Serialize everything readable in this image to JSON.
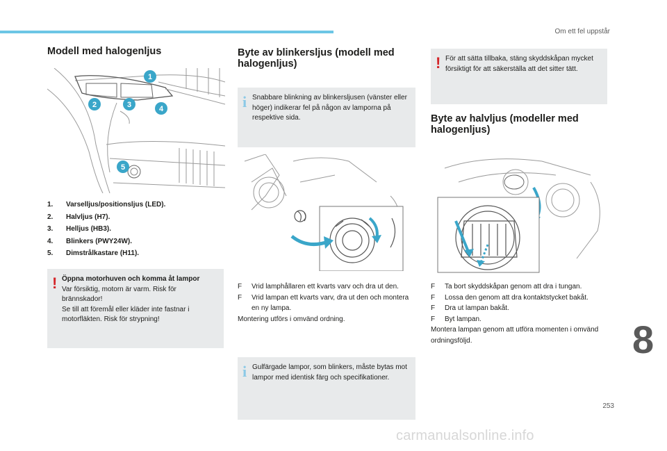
{
  "header": {
    "chapter_title": "Om ett fel uppstår"
  },
  "section1": {
    "title": "Modell med halogenljus",
    "callouts": [
      "1",
      "2",
      "3",
      "4",
      "5"
    ],
    "legend": [
      {
        "num": "1.",
        "text": "Varselljus/positionsljus (LED)."
      },
      {
        "num": "2.",
        "text": "Halvljus (H7)."
      },
      {
        "num": "3.",
        "text": "Helljus (HB3)."
      },
      {
        "num": "4.",
        "text": "Blinkers (PWY24W)."
      },
      {
        "num": "5.",
        "text": "Dimstrålkastare (H11)."
      }
    ],
    "warning": {
      "title": "Öppna motorhuven och komma åt lampor",
      "lines": [
        "Var försiktig, motorn är varm. Risk för brännskador!",
        "Se till att föremål eller kläder inte fastnar i motorfläkten. Risk för strypning!"
      ]
    }
  },
  "section2": {
    "title": "Byte av blinkersljus (modell med halogenljus)",
    "info": "Snabbare blinkning av blinkersljusen (vänster eller höger) indikerar fel på någon av lamporna på respektive sida.",
    "steps": [
      "Vrid lamphållaren ett kvarts varv och dra ut den.",
      "Vrid lampan ett kvarts varv, dra ut den och montera en ny lampa."
    ],
    "after": "Montering utförs i omvänd ordning.",
    "info2": "Gulfärgade lampor, som blinkers, måste bytas mot lampor med identisk färg och specifikationer."
  },
  "section3": {
    "warning": "För att sätta tillbaka, stäng skyddskåpan mycket försiktigt för att säkerställa att det sitter tätt.",
    "title": "Byte av halvljus (modeller med halogenljus)",
    "steps": [
      "Ta bort skyddskåpan genom att dra i tungan.",
      "Lossa den genom att dra kontaktstycket bakåt.",
      "Dra ut lampan bakåt.",
      "Byt lampan."
    ],
    "after": "Montera lampan genom att utföra momenten i omvänd ordningsföljd."
  },
  "bullet_glyph": "F",
  "chapter_number": "8",
  "page_number": "253",
  "watermark": "carmanualsonline.info",
  "colors": {
    "accent": "#6cc6e5",
    "warning": "#d42529",
    "info": "#8bc9e6",
    "box": "#e8eaeb",
    "callout": "#3aa6c9"
  }
}
